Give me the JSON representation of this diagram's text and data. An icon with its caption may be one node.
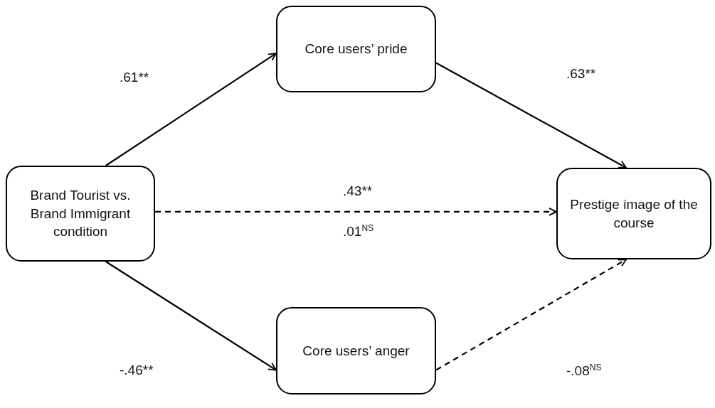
{
  "diagram": {
    "nodes": [
      {
        "text": [
          "Brand Tourist vs. Brand Immigrant condition"
        ]
      },
      {
        "text": [
          "Core users’ pride"
        ]
      },
      {
        "text": [
          "Prestige image of the course"
        ]
      },
      {
        "text": [
          "Core users’ anger"
        ]
      }
    ],
    "edges": [
      {
        "from": 0,
        "to": 1,
        "arrow": "to",
        "label": ".61**"
      },
      {
        "from": 1,
        "to": 2,
        "arrow": "to",
        "label": ".63**"
      },
      {
        "from": 0,
        "to": 2,
        "arrow": "to",
        "style": "dashed",
        "label": ".43**"
      },
      {
        "from": 0,
        "to": 3,
        "arrow": "to",
        "label": "-.46**"
      },
      {
        "from": 3,
        "to": 2,
        "arrow": "to",
        "style": "dashed",
        "label": "-.08$^{NS}$"
      }
    ],
    "labels": [
      ".01$^{NS}$"
    ]
  }
}
